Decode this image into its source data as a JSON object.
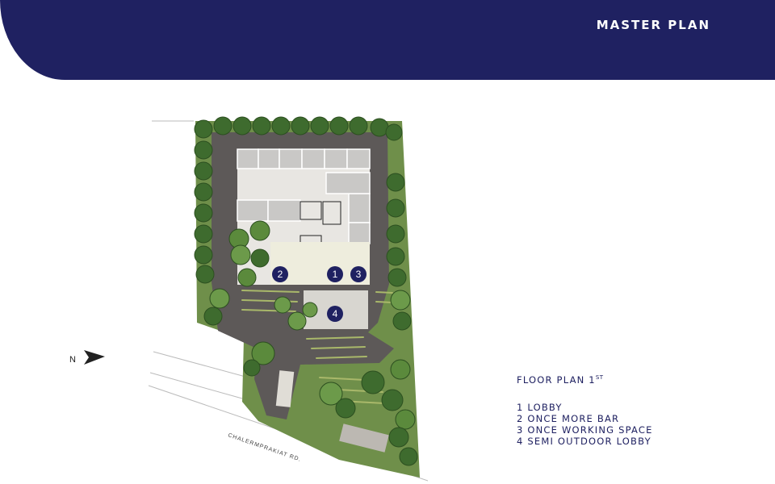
{
  "header": {
    "title": "MASTER PLAN",
    "background_color": "#1f2161"
  },
  "compass": {
    "label": "N",
    "icon": "north-arrow-icon"
  },
  "road": {
    "label": "CHALERMPRAKIAT RD."
  },
  "markers": [
    {
      "number": "1",
      "color": "#1f2161"
    },
    {
      "number": "2",
      "color": "#1f2161"
    },
    {
      "number": "3",
      "color": "#1f2161"
    },
    {
      "number": "4",
      "color": "#1f2161"
    }
  ],
  "legend": {
    "title": "FLOOR PLAN 1",
    "title_superscript": "ST",
    "items": [
      {
        "number": "1",
        "label": "1 LOBBY"
      },
      {
        "number": "2",
        "label": "2 ONCE MORE BAR"
      },
      {
        "number": "3",
        "label": "3 ONCE WORKING SPACE"
      },
      {
        "number": "4",
        "label": "4 SEMI OUTDOOR LOBBY"
      }
    ]
  }
}
